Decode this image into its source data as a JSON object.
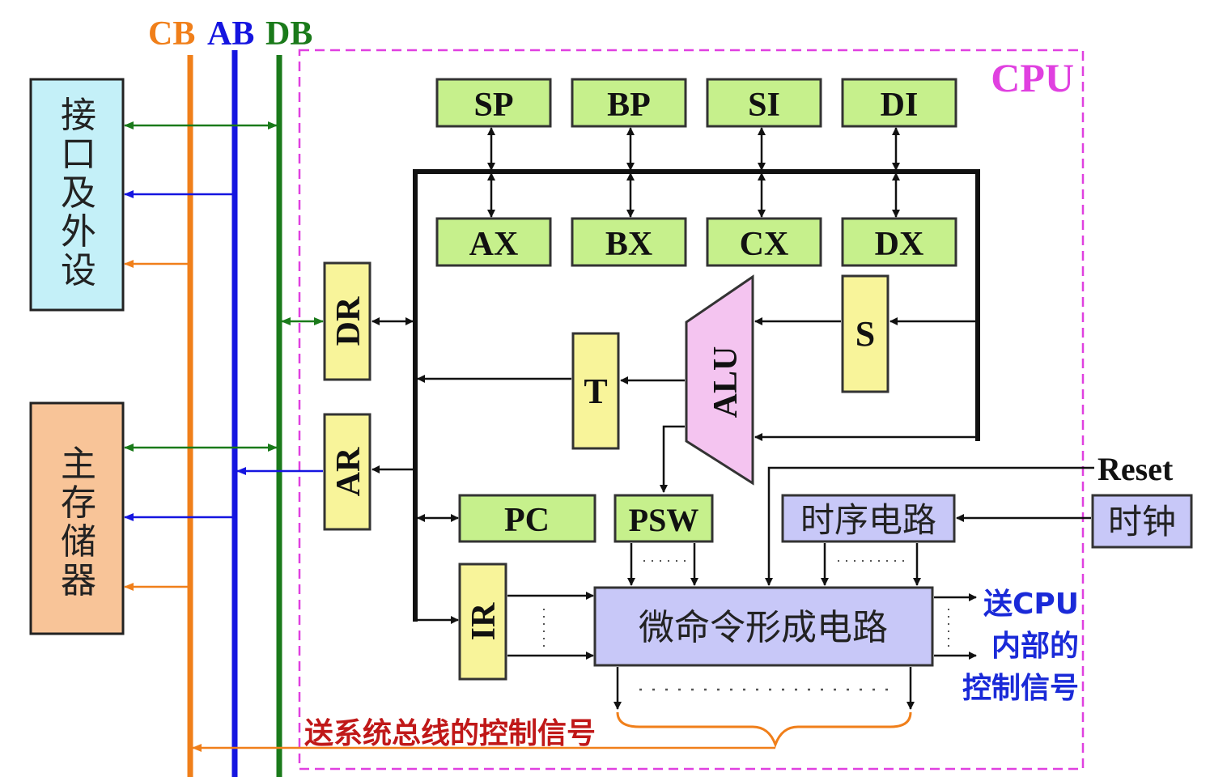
{
  "bus_labels": {
    "cb": "CB",
    "ab": "AB",
    "db": "DB"
  },
  "cpu_label": "CPU",
  "registers": {
    "sp": "SP",
    "bp": "BP",
    "si": "SI",
    "di": "DI",
    "ax": "AX",
    "bx": "BX",
    "cx": "CX",
    "dx": "DX",
    "dr": "DR",
    "ar": "AR",
    "t": "T",
    "s": "S",
    "pc": "PC",
    "psw": "PSW",
    "ir": "IR"
  },
  "alu_label": "ALU",
  "timing_circuit": "时序电路",
  "clock": "时钟",
  "reset": "Reset",
  "micro_command_circuit": "微命令形成电路",
  "internal_signal_lines": [
    "送CPU",
    "内部的",
    "控制信号"
  ],
  "system_bus_signal": "送系统总线的控制信号",
  "peripheral_chars": [
    "接",
    "口",
    "及",
    "外",
    "设"
  ],
  "memory_chars": [
    "主",
    "存",
    "储",
    "器"
  ],
  "colors": {
    "cb": "#f07f1a",
    "ab": "#1515e0",
    "db": "#1a7a1a",
    "cpu_border": "#e040e0",
    "register_fill": "#c6f08c",
    "yellow_fill": "#f8f49a",
    "alu_fill": "#f4c4f0",
    "lavender_fill": "#c8c8f8",
    "peripheral_fill": "#c4f0f8",
    "memory_fill": "#f8c498",
    "signal_text": "#1a2ad8",
    "system_signal_text": "#c01818"
  }
}
